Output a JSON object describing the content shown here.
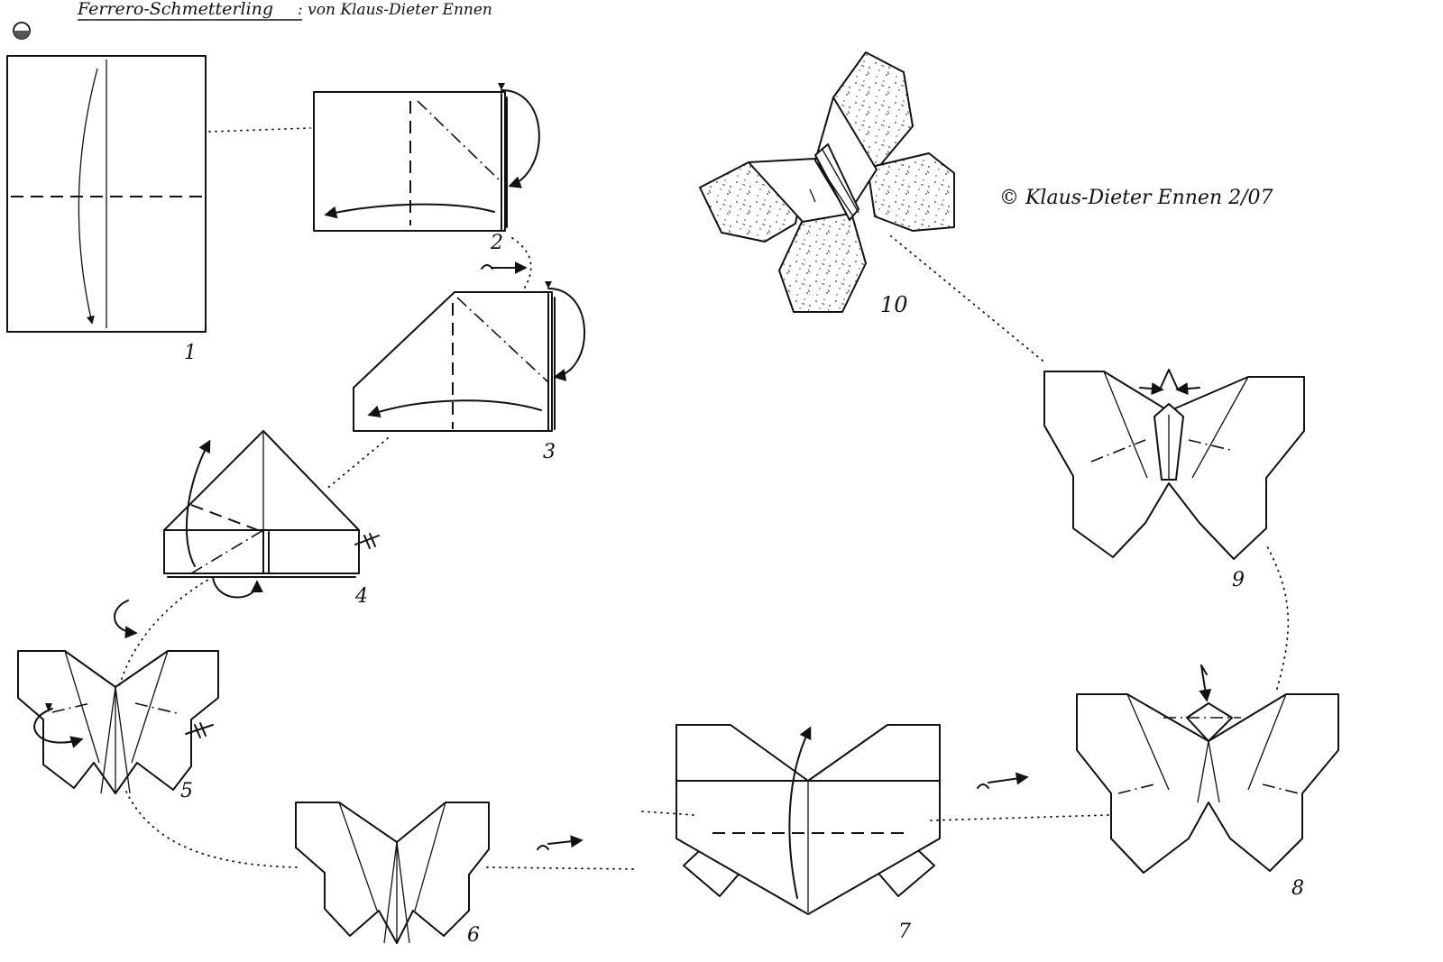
{
  "header": {
    "title": "Ferrero-Schmetterling",
    "author": ": von Klaus-Dieter Ennen"
  },
  "copyright": "© Klaus-Dieter Ennen 2/07",
  "steps": [
    {
      "label": "1"
    },
    {
      "label": "2"
    },
    {
      "label": "3"
    },
    {
      "label": "4"
    },
    {
      "label": "5"
    },
    {
      "label": "6"
    },
    {
      "label": "7"
    },
    {
      "label": "8"
    },
    {
      "label": "9"
    },
    {
      "label": "10"
    }
  ]
}
